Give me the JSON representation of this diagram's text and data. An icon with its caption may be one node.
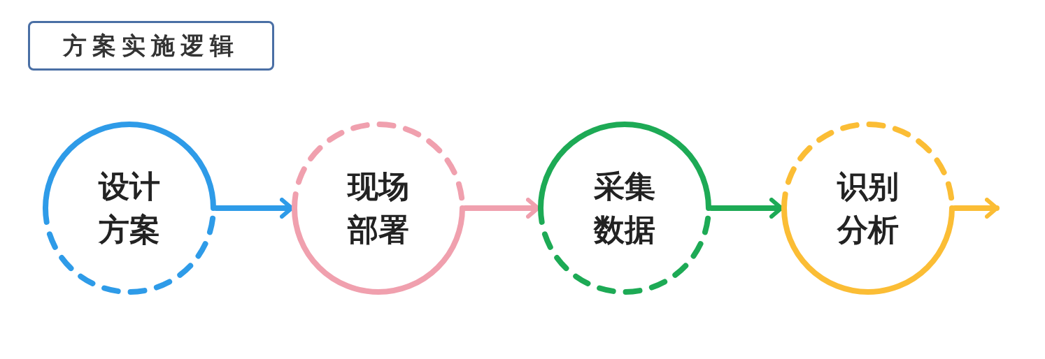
{
  "diagram": {
    "title": "方案实施逻辑",
    "nodes": [
      {
        "text": [
          "设计方案"
        ]
      },
      {
        "text": [
          "现场部署"
        ]
      },
      {
        "text": [
          "采集数据"
        ]
      },
      {
        "text": [
          "识别分析"
        ]
      }
    ],
    "edges": [
      {
        "from": 0,
        "to": 1,
        "arrow": "to",
        "color": "#2e9be8"
      },
      {
        "from": 1,
        "to": 2,
        "arrow": "to",
        "color": "#f0a0ae"
      },
      {
        "from": 2,
        "to": 3,
        "arrow": "to",
        "color": "#1daa55"
      },
      {
        "from": 3,
        "to": null,
        "arrow": "to",
        "color": "#fbbd35"
      }
    ]
  }
}
